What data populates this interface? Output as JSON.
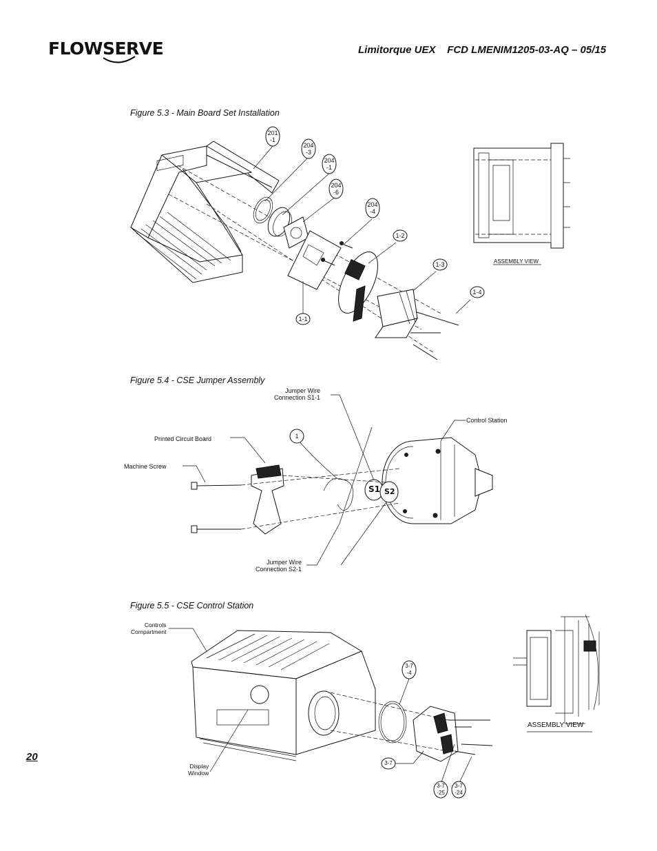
{
  "header": {
    "brand": "FLOWSERVE",
    "product": "Limitorque UEX",
    "doc_code": "FCD LMENIM1205-03-AQ – 05/15"
  },
  "page_number": "20",
  "figure_5_3": {
    "caption": "Figure 5.3 - Main Board Set Installation",
    "callouts": [
      "201\n-1",
      "204\n-3",
      "204\n-1",
      "204\n-6",
      "204\n-4",
      "1-2",
      "1-3",
      "1-4",
      "1-1"
    ],
    "assembly_view_label": "ASSEMBLY VIEW"
  },
  "figure_5_4": {
    "caption": "Figure 5.4 - CSE Jumper Assembly",
    "labels": {
      "jumper_s1": "Jumper Wire\nConnection S1-1",
      "jumper_s2": "Jumper Wire\nConnection S2-1",
      "control_station": "Control Station",
      "pcb": "Printed Circuit Board",
      "machine_screw": "Machine Screw",
      "callout_1": "1",
      "s1": "S1",
      "s2": "S2"
    }
  },
  "figure_5_5": {
    "caption": "Figure 5.5 - CSE Control Station",
    "labels": {
      "controls_compartment": "Controls\nCompartment",
      "display_window": "Display\nWindow",
      "assembly_view": "ASSEMBLY VIEW"
    },
    "callouts": [
      "3-7\n-4",
      "3-7",
      "3-7\n-25",
      "3-7\n-24"
    ]
  }
}
